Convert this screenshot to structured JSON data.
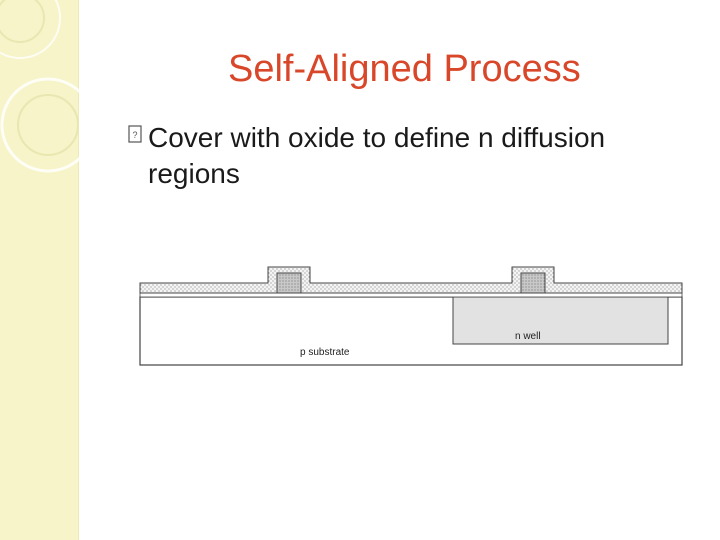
{
  "slide": {
    "title": "Self-Aligned Process",
    "bullet_glyph": "icon-bullet",
    "bullet": "Cover with oxide to define n diffusion regions"
  },
  "diagram": {
    "substrate_label": "p substrate",
    "well_label": "n well"
  },
  "colors": {
    "title": "#d9472a",
    "band": "#f6f4c8",
    "well_fill": "#e2e2e2",
    "poly_fill": "#c8c8c8"
  }
}
